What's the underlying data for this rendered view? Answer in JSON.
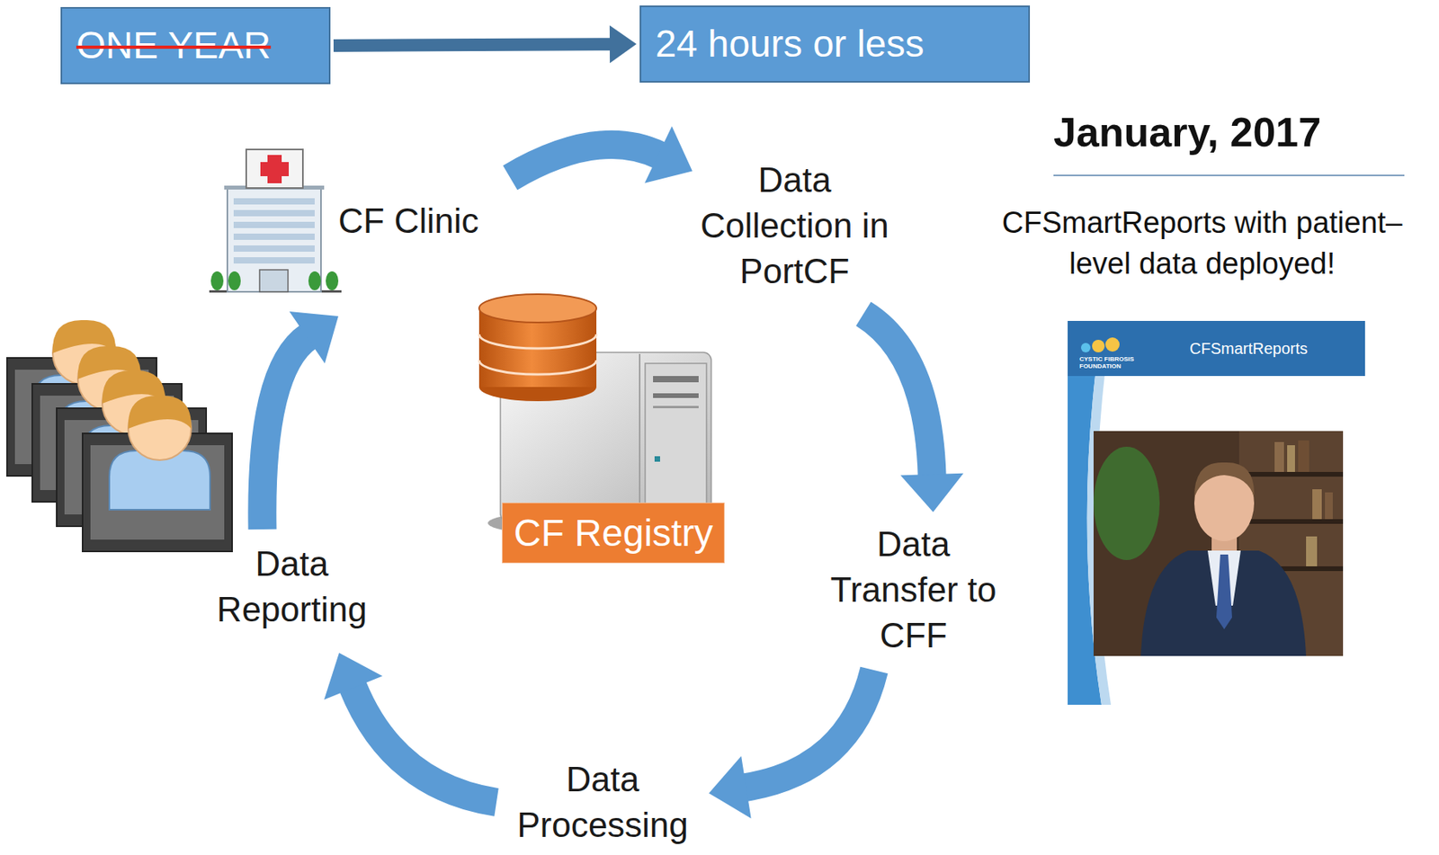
{
  "diagram": {
    "nodes": [
      {
        "text": [
          "ONE YEAR"
        ]
      },
      {
        "text": [
          "24 hours or less"
        ]
      },
      {
        "text": [
          "CF Clinic"
        ]
      },
      {
        "text": [
          "Data Collection in PortCF"
        ]
      },
      {
        "text": [
          "Data Transfer to CFF"
        ]
      },
      {
        "text": [
          "Data Processing"
        ]
      },
      {
        "text": [
          "Data Reporting"
        ]
      },
      {
        "text": [
          "CF Registry"
        ]
      }
    ],
    "edges": [
      {
        "from": 0,
        "to": 1,
        "arrow": "to"
      },
      {
        "from": 2,
        "to": 3,
        "arrow": "to"
      },
      {
        "from": 3,
        "to": 4,
        "arrow": "to"
      },
      {
        "from": 4,
        "to": 5,
        "arrow": "to"
      },
      {
        "from": 5,
        "to": 6,
        "arrow": "to"
      },
      {
        "from": 6,
        "to": 2,
        "arrow": "to"
      }
    ],
    "labels": [
      "January, 2017",
      "CFSmartReports with patient–level data deployed!",
      "CFSmartReports",
      "CYSTIC FIBROSIS FOUNDATION"
    ]
  }
}
